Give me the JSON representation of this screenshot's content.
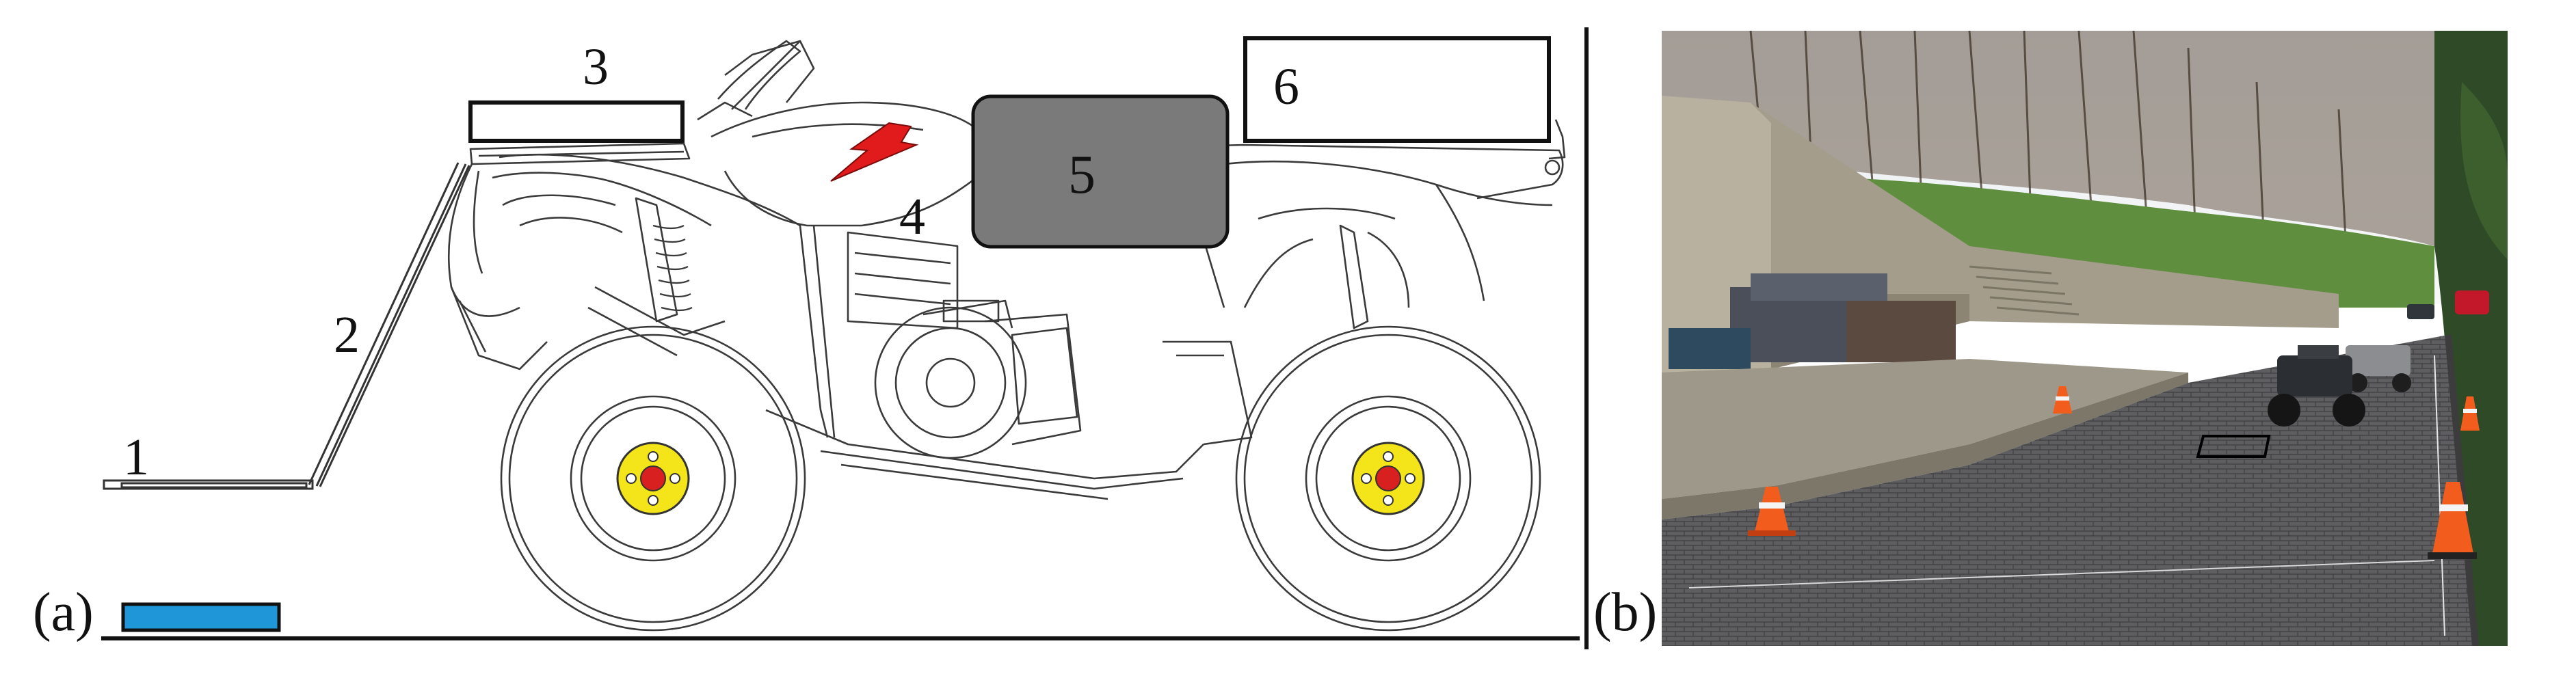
{
  "panels": {
    "a": {
      "tag": "(a)",
      "callouts": [
        "1",
        "2",
        "3",
        "4",
        "5",
        "6"
      ]
    },
    "b": {
      "tag": "(b)"
    }
  },
  "colors": {
    "ground_sensor": "#1f96d8",
    "hub": "#f4e41a",
    "hub_center": "#d82020",
    "lightning": "#e11b1b",
    "box5_fill": "#7a7a7a",
    "cone": "#f25c1c"
  }
}
